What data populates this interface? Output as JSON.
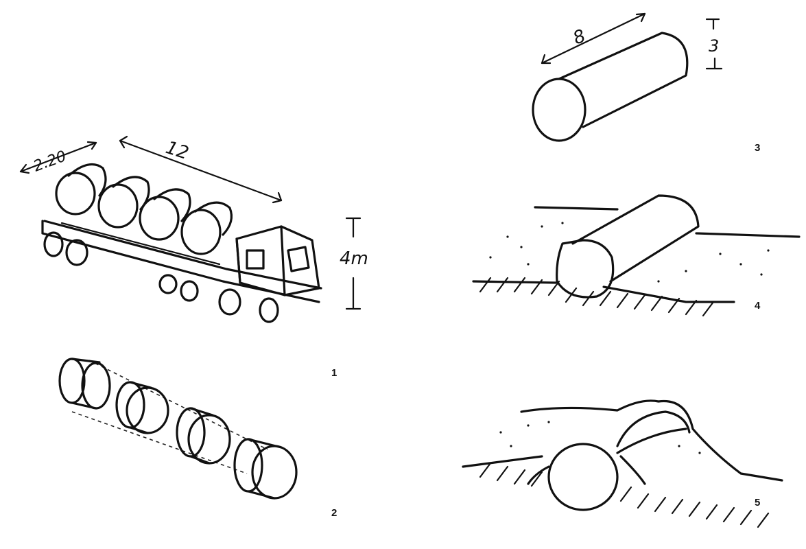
{
  "panels": [
    {
      "number": "1",
      "width_label": "2.20",
      "length_label": "12",
      "height_label": "4m"
    },
    {
      "number": "2"
    },
    {
      "number": "3",
      "length_label": "8",
      "height_label": "3"
    },
    {
      "number": "4"
    },
    {
      "number": "5"
    }
  ]
}
